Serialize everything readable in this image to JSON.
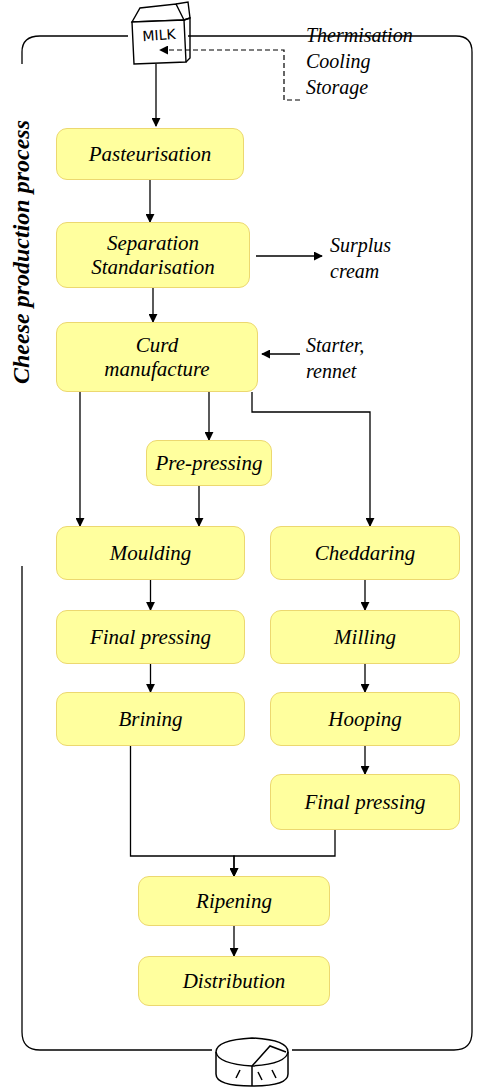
{
  "diagram": {
    "nodes": [
      {
        "text": [
          "Pasteurisation"
        ]
      },
      {
        "text": [
          "Separation Standarisation"
        ]
      },
      {
        "text": [
          "Curd manufacture"
        ]
      },
      {
        "text": [
          "Pre-pressing"
        ]
      },
      {
        "text": [
          "Moulding"
        ]
      },
      {
        "text": [
          "Final pressing"
        ]
      },
      {
        "text": [
          "Brining"
        ]
      },
      {
        "text": [
          "Cheddaring"
        ]
      },
      {
        "text": [
          "Milling"
        ]
      },
      {
        "text": [
          "Hooping"
        ]
      },
      {
        "text": [
          "Final pressing"
        ]
      },
      {
        "text": [
          "Ripening"
        ]
      },
      {
        "text": [
          "Distribution"
        ]
      }
    ],
    "edges": [
      {
        "from": 0,
        "to": 1,
        "arrow": "to"
      },
      {
        "from": 1,
        "to": 2,
        "arrow": "to"
      },
      {
        "from": 2,
        "to": 4,
        "arrow": "to"
      },
      {
        "from": 2,
        "to": 3,
        "arrow": "to"
      },
      {
        "from": 3,
        "to": 4,
        "arrow": "to"
      },
      {
        "from": 2,
        "to": 7,
        "arrow": "to"
      },
      {
        "from": 4,
        "to": 5,
        "arrow": "to"
      },
      {
        "from": 5,
        "to": 6,
        "arrow": "to"
      },
      {
        "from": 7,
        "to": 8,
        "arrow": "to"
      },
      {
        "from": 8,
        "to": 9,
        "arrow": "to"
      },
      {
        "from": 9,
        "to": 10,
        "arrow": "to"
      },
      {
        "from": 6,
        "to": 11,
        "arrow": "to"
      },
      {
        "from": 10,
        "to": 11,
        "arrow": "to"
      },
      {
        "from": 11,
        "to": 12,
        "arrow": "to"
      }
    ],
    "labels": [
      "MILK",
      "Thermisation Cooling Storage",
      "Surplus cream",
      "Starter, rennet",
      "Cheese production process"
    ]
  }
}
